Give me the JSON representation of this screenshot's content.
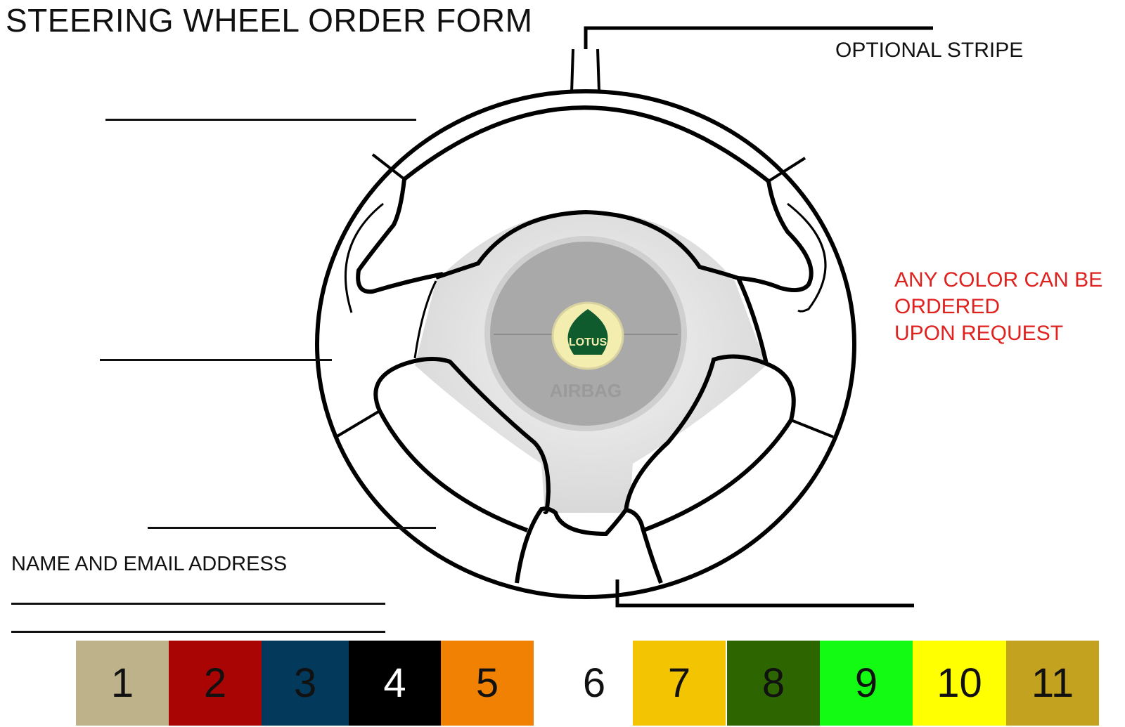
{
  "form": {
    "title": "STEERING WHEEL ORDER FORM",
    "stripe_label": "OPTIONAL STRIPE",
    "note_lines": [
      "ANY COLOR CAN BE",
      "ORDERED",
      "UPON REQUEST"
    ],
    "contact_label": "NAME AND EMAIL ADDRESS"
  },
  "wheel": {
    "logo_text": "LOTUS",
    "airbag_text": "AIRBAG"
  },
  "swatches": [
    {
      "label": "1",
      "color": "#bdb28a",
      "text_color": "#111111"
    },
    {
      "label": "2",
      "color": "#a90505",
      "text_color": "#111111"
    },
    {
      "label": "3",
      "color": "#03395b",
      "text_color": "#111111"
    },
    {
      "label": "4",
      "color": "#000000",
      "text_color": "#ffffff"
    },
    {
      "label": "5",
      "color": "#f08102",
      "text_color": "#111111"
    },
    {
      "label": "6",
      "color": "#ffffff",
      "text_color": "#111111"
    },
    {
      "label": "7",
      "color": "#f2c402",
      "text_color": "#111111"
    },
    {
      "label": "8",
      "color": "#2d6501",
      "text_color": "#111111"
    },
    {
      "label": "9",
      "color": "#13fb13",
      "text_color": "#111111"
    },
    {
      "label": "10",
      "color": "#ffff02",
      "text_color": "#111111"
    },
    {
      "label": "11",
      "color": "#c3a220",
      "text_color": "#111111"
    }
  ]
}
